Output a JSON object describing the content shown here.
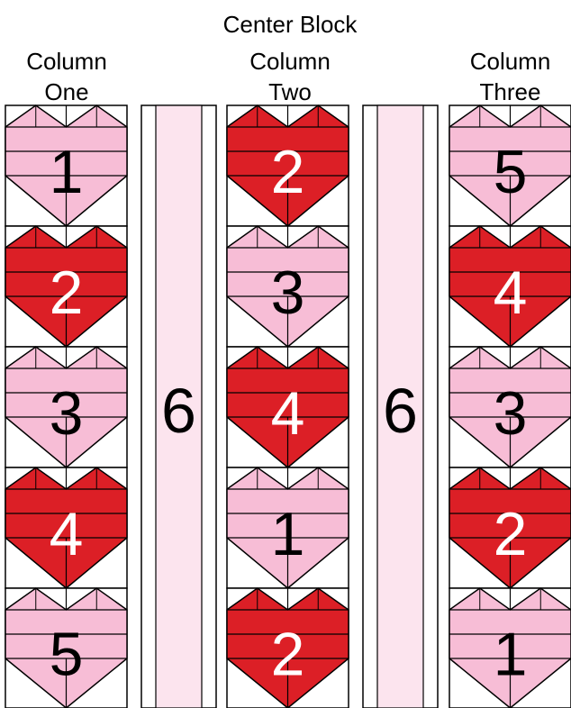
{
  "title": "Center Block",
  "columns": [
    {
      "id": "column-one",
      "label_line1": "Column",
      "label_line2": "One",
      "blocks": [
        {
          "number": "1",
          "color": "pink"
        },
        {
          "number": "2",
          "color": "red"
        },
        {
          "number": "3",
          "color": "pink"
        },
        {
          "number": "4",
          "color": "red"
        },
        {
          "number": "5",
          "color": "pink"
        }
      ]
    },
    {
      "id": "column-two",
      "label_line1": "Column",
      "label_line2": "Two",
      "blocks": [
        {
          "number": "2",
          "color": "red"
        },
        {
          "number": "3",
          "color": "pink"
        },
        {
          "number": "4",
          "color": "red"
        },
        {
          "number": "1",
          "color": "pink"
        },
        {
          "number": "2",
          "color": "red"
        }
      ]
    },
    {
      "id": "column-three",
      "label_line1": "Column",
      "label_line2": "Three",
      "blocks": [
        {
          "number": "5",
          "color": "pink"
        },
        {
          "number": "4",
          "color": "red"
        },
        {
          "number": "3",
          "color": "pink"
        },
        {
          "number": "2",
          "color": "red"
        },
        {
          "number": "1",
          "color": "pink"
        }
      ]
    }
  ],
  "sashing": [
    {
      "id": "sashing-left",
      "number": "6"
    },
    {
      "id": "sashing-right",
      "number": "6"
    }
  ],
  "colors": {
    "red": "#dc1f26",
    "pink": "#f7bdd6",
    "sashing_pink": "#fce4ee",
    "background": "#ffffff",
    "line": "#000000",
    "red_text": "#ffffff",
    "pink_text": "#000000"
  }
}
